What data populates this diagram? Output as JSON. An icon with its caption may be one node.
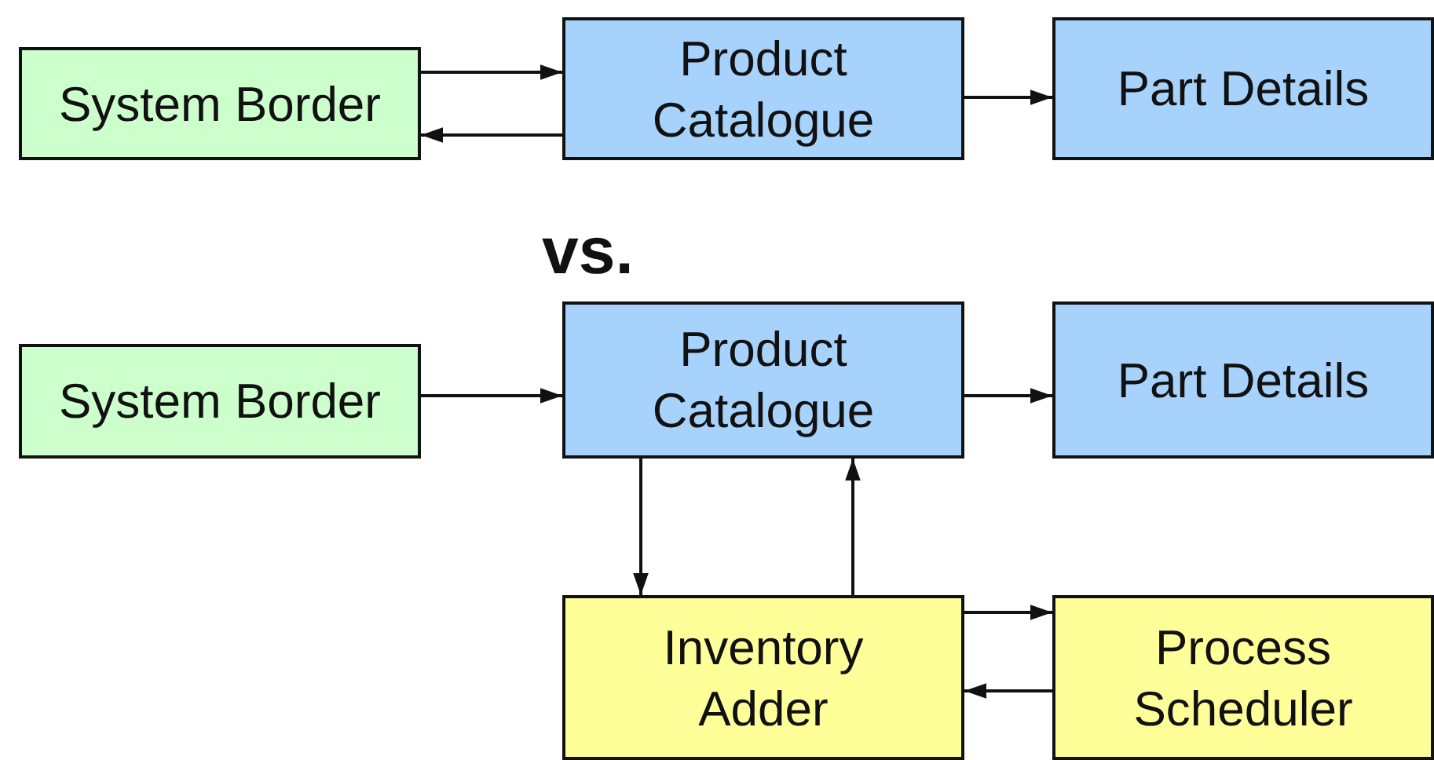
{
  "diagram": {
    "nodes": [
      {
        "text": [
          "System Border"
        ]
      },
      {
        "text": [
          "Product Catalogue"
        ]
      },
      {
        "text": [
          "Part Details"
        ]
      },
      {
        "text": [
          "System Border"
        ]
      },
      {
        "text": [
          "Product Catalogue"
        ]
      },
      {
        "text": [
          "Part Details"
        ]
      },
      {
        "text": [
          "Inventory Adder"
        ]
      },
      {
        "text": [
          "Process Scheduler"
        ]
      }
    ],
    "edges": [
      {
        "from": 0,
        "to": 1,
        "arrow": "to"
      },
      {
        "from": 1,
        "to": 0,
        "arrow": "to"
      },
      {
        "from": 1,
        "to": 2,
        "arrow": "to"
      },
      {
        "from": 3,
        "to": 4,
        "arrow": "to"
      },
      {
        "from": 4,
        "to": 5,
        "arrow": "to"
      },
      {
        "from": 4,
        "to": 6,
        "arrow": "to"
      },
      {
        "from": 6,
        "to": 4,
        "arrow": "to"
      },
      {
        "from": 6,
        "to": 7,
        "arrow": "to"
      },
      {
        "from": 7,
        "to": 6,
        "arrow": "to"
      }
    ],
    "labels": [
      "vs."
    ]
  }
}
